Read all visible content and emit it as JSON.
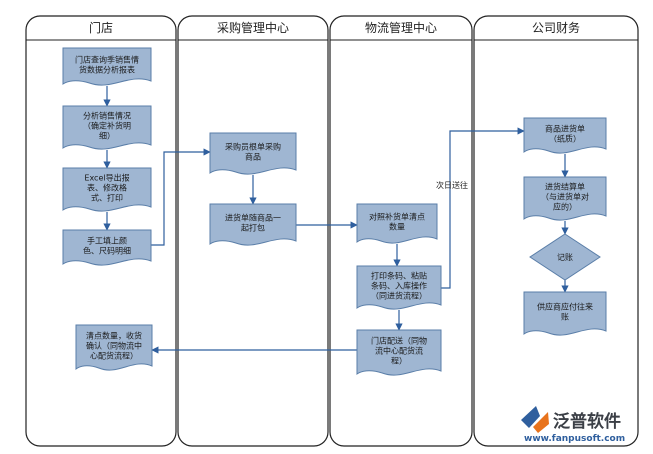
{
  "lanes": [
    {
      "id": "store",
      "title": "门店"
    },
    {
      "id": "purchase",
      "title": "采购管理中心"
    },
    {
      "id": "logistics",
      "title": "物流管理中心"
    },
    {
      "id": "finance",
      "title": "公司财务"
    }
  ],
  "nodes": [
    {
      "id": "n1",
      "shape": "doc",
      "lines": [
        "门店查询季销售情",
        "货数据分析报表"
      ]
    },
    {
      "id": "n2",
      "shape": "doc",
      "lines": [
        "分析销售情况",
        "（确定补货明",
        "细）"
      ]
    },
    {
      "id": "n3",
      "shape": "doc",
      "lines": [
        "Excel导出报",
        "表、修改格",
        "式、打印"
      ]
    },
    {
      "id": "n4",
      "shape": "doc",
      "lines": [
        "手工填上颜",
        "色、尺码明细"
      ]
    },
    {
      "id": "n5",
      "shape": "doc",
      "lines": [
        "清点数量，收货",
        "确认（同物流中",
        "心配货流程）"
      ]
    },
    {
      "id": "n6",
      "shape": "doc",
      "lines": [
        "采购员根单采购",
        "商品"
      ]
    },
    {
      "id": "n7",
      "shape": "doc",
      "lines": [
        "进货单随商品一",
        "起打包"
      ]
    },
    {
      "id": "n8",
      "shape": "doc",
      "lines": [
        "对照补货单清点",
        "数量"
      ]
    },
    {
      "id": "n9",
      "shape": "doc",
      "lines": [
        "打印条码、粘贴",
        "条码、入库操作",
        "（同进货流程）"
      ]
    },
    {
      "id": "n10",
      "shape": "doc",
      "lines": [
        "门店配送（同物",
        "流中心配货流",
        "程）"
      ]
    },
    {
      "id": "n11",
      "shape": "doc",
      "lines": [
        "商品进货单",
        "（纸质）"
      ]
    },
    {
      "id": "n12",
      "shape": "doc",
      "lines": [
        "进货结算单",
        "（与进货单对",
        "应的）"
      ]
    },
    {
      "id": "n13",
      "shape": "diamond",
      "lines": [
        "记账"
      ]
    },
    {
      "id": "n14",
      "shape": "doc",
      "lines": [
        "供应商应付往来",
        "账"
      ]
    }
  ],
  "edges": [
    {
      "from": "n1",
      "to": "n2"
    },
    {
      "from": "n2",
      "to": "n3"
    },
    {
      "from": "n3",
      "to": "n4"
    },
    {
      "from": "n4",
      "to": "n6"
    },
    {
      "from": "n6",
      "to": "n7"
    },
    {
      "from": "n7",
      "to": "n8"
    },
    {
      "from": "n8",
      "to": "n9"
    },
    {
      "from": "n9",
      "to": "n11",
      "label": "次日送往"
    },
    {
      "from": "n9",
      "to": "n10"
    },
    {
      "from": "n10",
      "to": "n5"
    },
    {
      "from": "n11",
      "to": "n12"
    },
    {
      "from": "n12",
      "to": "n13"
    },
    {
      "from": "n13",
      "to": "n14"
    }
  ],
  "logo": {
    "brand": "泛普软件",
    "url": "www.fanpusoft.com"
  },
  "colors": {
    "node_fill": "#9fb6d2",
    "node_stroke": "#5a7ea8",
    "edge": "#2f5f9e",
    "lane_stroke": "#222222",
    "logo_blue": "#2f5f9e",
    "logo_orange": "#e8731c"
  }
}
